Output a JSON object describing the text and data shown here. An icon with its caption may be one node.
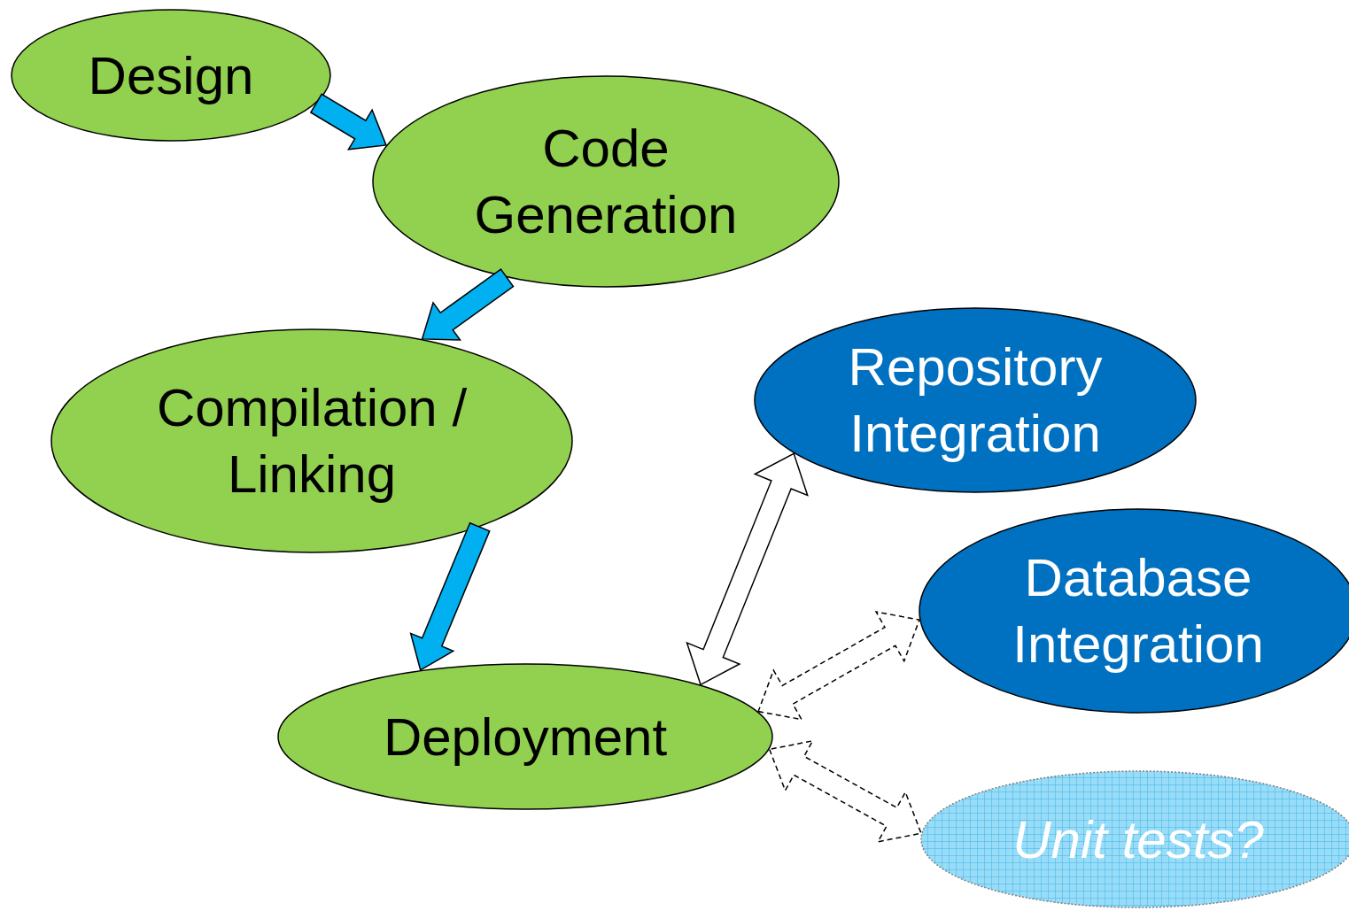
{
  "diagram": {
    "nodes": [
      {
        "text": [
          "Design"
        ]
      },
      {
        "text": [
          "Code Generation"
        ]
      },
      {
        "text": [
          "Compilation / Linking"
        ]
      },
      {
        "text": [
          "Deployment"
        ]
      },
      {
        "text": [
          "Repository Integration"
        ]
      },
      {
        "text": [
          "Database Integration"
        ]
      },
      {
        "text": [
          "Unit tests?"
        ]
      }
    ],
    "edges": [
      {
        "from": 0,
        "to": 1,
        "arrow": "to",
        "color": "#00b0f0"
      },
      {
        "from": 1,
        "to": 2,
        "arrow": "to",
        "color": "#00b0f0"
      },
      {
        "from": 2,
        "to": 3,
        "arrow": "to",
        "color": "#00b0f0"
      },
      {
        "from": 3,
        "to": 4,
        "arrow": "both",
        "color": "#ffffff"
      },
      {
        "from": 3,
        "to": 5,
        "arrow": "both",
        "style": "dashed",
        "color": "#ffffff"
      },
      {
        "from": 3,
        "to": 6,
        "arrow": "both",
        "style": "dashed",
        "color": "#ffffff"
      }
    ]
  }
}
